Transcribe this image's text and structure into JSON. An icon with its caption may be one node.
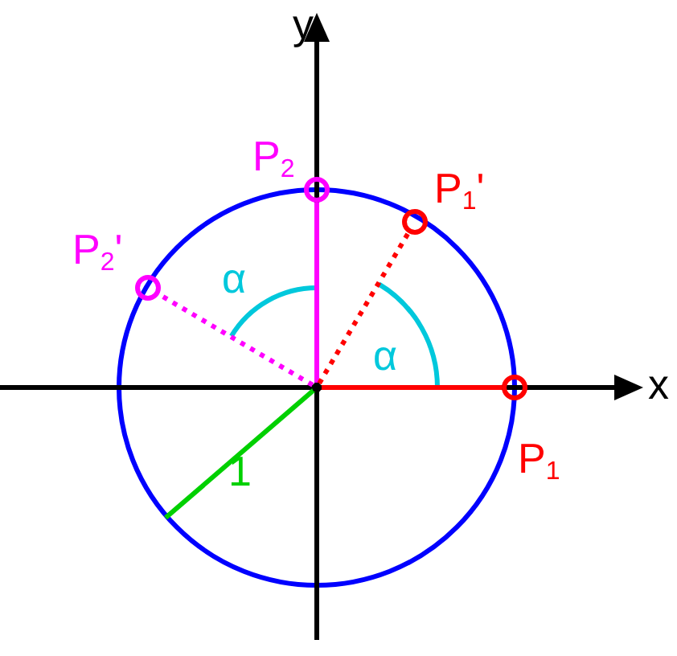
{
  "diagram": {
    "nodes": [
      {
        "text": [],
        "shape": "circle",
        "beside": [
          "P$_{2}$"
        ]
      },
      {
        "text": [],
        "shape": "circle",
        "beside": [
          "P$_{1}$'"
        ]
      },
      {
        "text": [],
        "shape": "circle",
        "beside": [
          "P$_{2}$'"
        ]
      },
      {
        "text": [],
        "shape": "circle",
        "beside": [
          "P$_{1}$"
        ]
      },
      {
        "text": [],
        "shape": "point"
      }
    ],
    "edges": [
      {
        "from": 4,
        "to": 3,
        "arrow": "none",
        "color": "#ff0000"
      },
      {
        "from": 4,
        "to": 0,
        "arrow": "none",
        "color": "#ff00ff"
      },
      {
        "from": 4,
        "to": 1,
        "arrow": "none",
        "style": "dashed",
        "color": "#ff0000"
      },
      {
        "from": 4,
        "to": 2,
        "arrow": "none",
        "style": "dashed",
        "color": "#ff00ff"
      }
    ],
    "labels": [
      "y",
      "α",
      "α",
      "x",
      "1"
    ]
  }
}
